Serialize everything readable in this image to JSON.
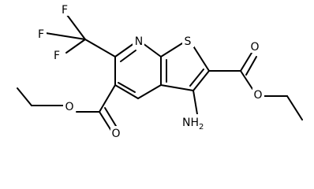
{
  "atoms": {
    "F1": "F",
    "F2": "F",
    "F3": "F",
    "N": "N",
    "S": "S",
    "O1": "O",
    "O2": "O",
    "O3": "O",
    "O4": "O",
    "amine": "NH",
    "amine_sub": "2"
  },
  "colors": {
    "ink": "#000000",
    "background": "#ffffff"
  }
}
